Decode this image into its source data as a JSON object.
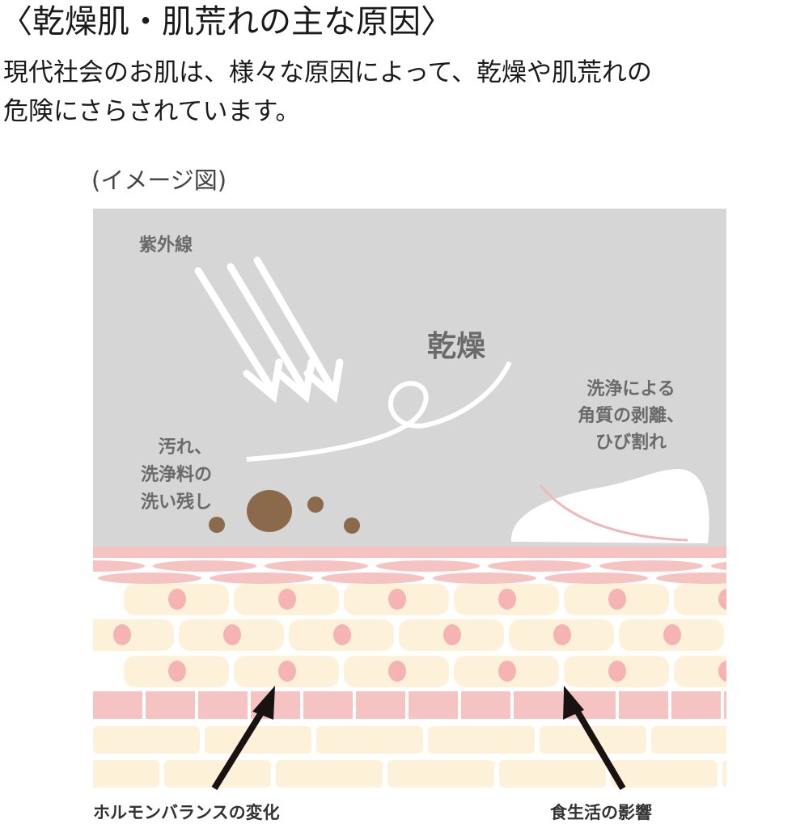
{
  "title": "〈乾燥肌・肌荒れの主な原因〉",
  "body_lines": [
    "現代社会のお肌は、様々な原因によって、乾燥や肌荒れの",
    "危険にさらされています。"
  ],
  "caption": "(イメージ図)",
  "diagram": {
    "uv": "紫外線",
    "dryness": "乾燥",
    "dirt": [
      "汚れ、",
      "洗浄料の",
      "洗い残し"
    ],
    "peeling": [
      "洗浄による",
      "角質の剥離、",
      "ひび割れ"
    ],
    "hormone": "ホルモンバランスの変化",
    "diet": "食生活の影響"
  },
  "colors": {
    "panel": "#d6d6d6",
    "pink": "#f5c3c1",
    "cream": "#fdf1da",
    "nucleus": "#f6b3b3",
    "dirt": "#8a6a4a"
  }
}
